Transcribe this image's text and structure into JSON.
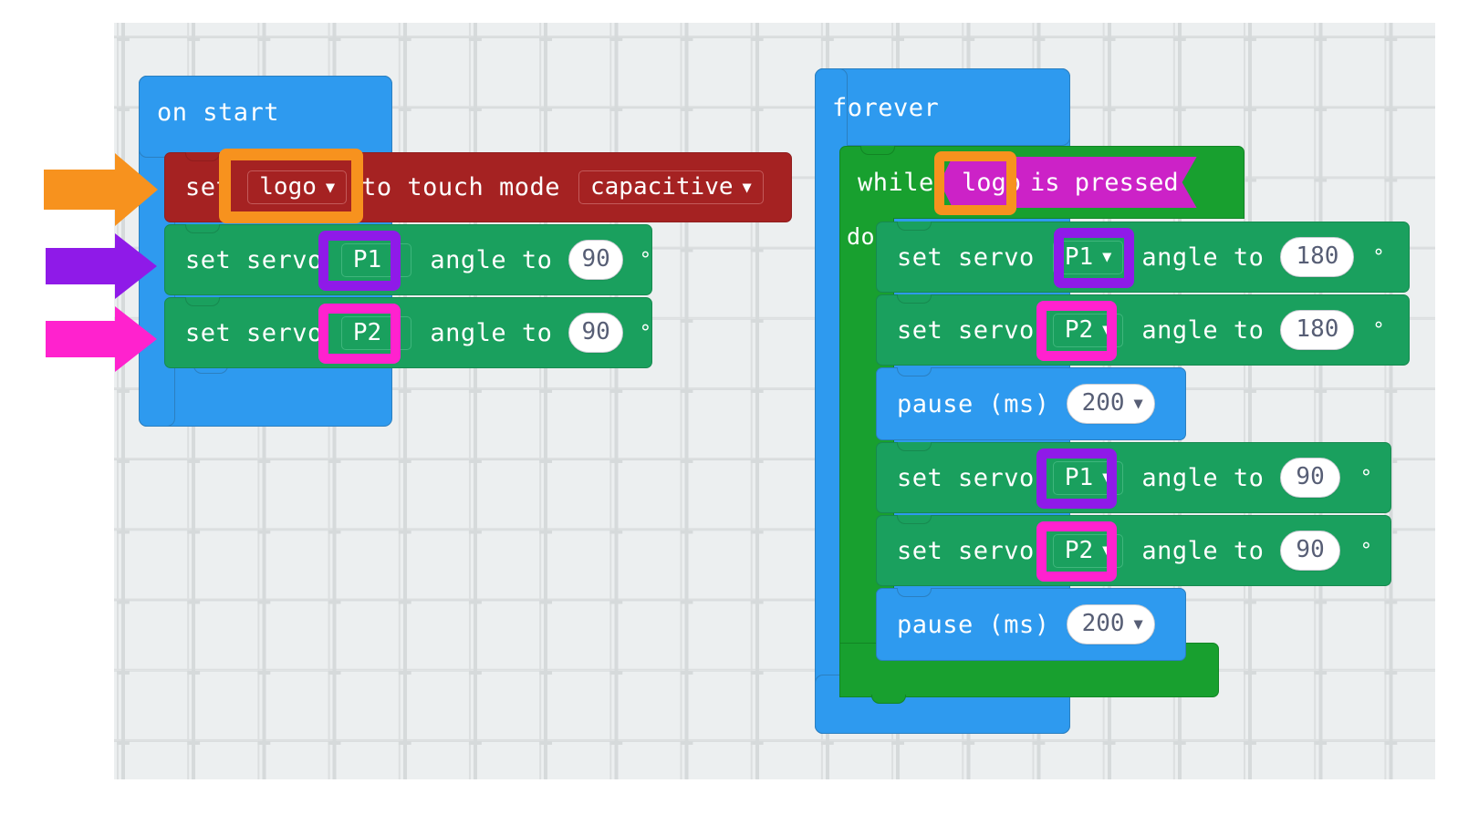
{
  "editor": {
    "name": "makecode-blocks-workspace",
    "background": "#eceff0"
  },
  "palette": {
    "event_blue": "#2e9aef",
    "servo_green": "#1aa05e",
    "loop_green": "#18a02f",
    "input_red": "#a52222",
    "logic_magenta": "#cc22c7",
    "highlight_orange": "#f7921e",
    "highlight_purple": "#8f1ae8",
    "highlight_magenta": "#ff22ce"
  },
  "scripts": {
    "on_start": {
      "hat_label": "on start",
      "blocks": [
        {
          "id": "set-touch-mode",
          "kind": "input",
          "text_before": "set",
          "dropdown_value": "logo",
          "text_middle": "to touch mode",
          "dropdown2_value": "capacitive",
          "highlight": "orange"
        },
        {
          "id": "set-servo-p1-90",
          "kind": "servo",
          "text_before": "set servo",
          "dropdown_value": "P1",
          "text_middle": "angle to",
          "number_value": "90",
          "unit": "°",
          "highlight": "purple"
        },
        {
          "id": "set-servo-p2-90",
          "kind": "servo",
          "text_before": "set servo",
          "dropdown_value": "P2",
          "text_middle": "angle to",
          "number_value": "90",
          "unit": "°",
          "highlight": "magenta"
        }
      ]
    },
    "forever": {
      "hat_label": "forever",
      "while_label": "while",
      "do_label": "do",
      "condition": {
        "dropdown_value": "logo",
        "text_after": "is pressed",
        "highlight": "orange"
      },
      "blocks": [
        {
          "id": "set-servo-p1-180",
          "kind": "servo",
          "text_before": "set servo",
          "dropdown_value": "P1",
          "text_middle": "angle to",
          "number_value": "180",
          "unit": "°",
          "highlight": "purple"
        },
        {
          "id": "set-servo-p2-180",
          "kind": "servo",
          "text_before": "set servo",
          "dropdown_value": "P2",
          "text_middle": "angle to",
          "number_value": "180",
          "unit": "°",
          "highlight": "magenta"
        },
        {
          "id": "pause-200-a",
          "kind": "pause",
          "text_before": "pause (ms)",
          "number_value": "200",
          "highlight": "none"
        },
        {
          "id": "set-servo-p1-90b",
          "kind": "servo",
          "text_before": "set servo",
          "dropdown_value": "P1",
          "text_middle": "angle to",
          "number_value": "90",
          "unit": "°",
          "highlight": "purple"
        },
        {
          "id": "set-servo-p2-90b",
          "kind": "servo",
          "text_before": "set servo",
          "dropdown_value": "P2",
          "text_middle": "angle to",
          "number_value": "90",
          "unit": "°",
          "highlight": "magenta"
        },
        {
          "id": "pause-200-b",
          "kind": "pause",
          "text_before": "pause (ms)",
          "number_value": "200",
          "highlight": "none"
        }
      ]
    }
  },
  "annotations": {
    "arrows": [
      {
        "id": "arrow-orange",
        "color": "#f7921e",
        "points_at": "set-touch-mode"
      },
      {
        "id": "arrow-purple",
        "color": "#8f1ae8",
        "points_at": "set-servo-p1-90"
      },
      {
        "id": "arrow-magenta",
        "color": "#ff22ce",
        "points_at": "set-servo-p2-90"
      }
    ]
  },
  "icons": {
    "caret": "▼",
    "degree": "°"
  }
}
